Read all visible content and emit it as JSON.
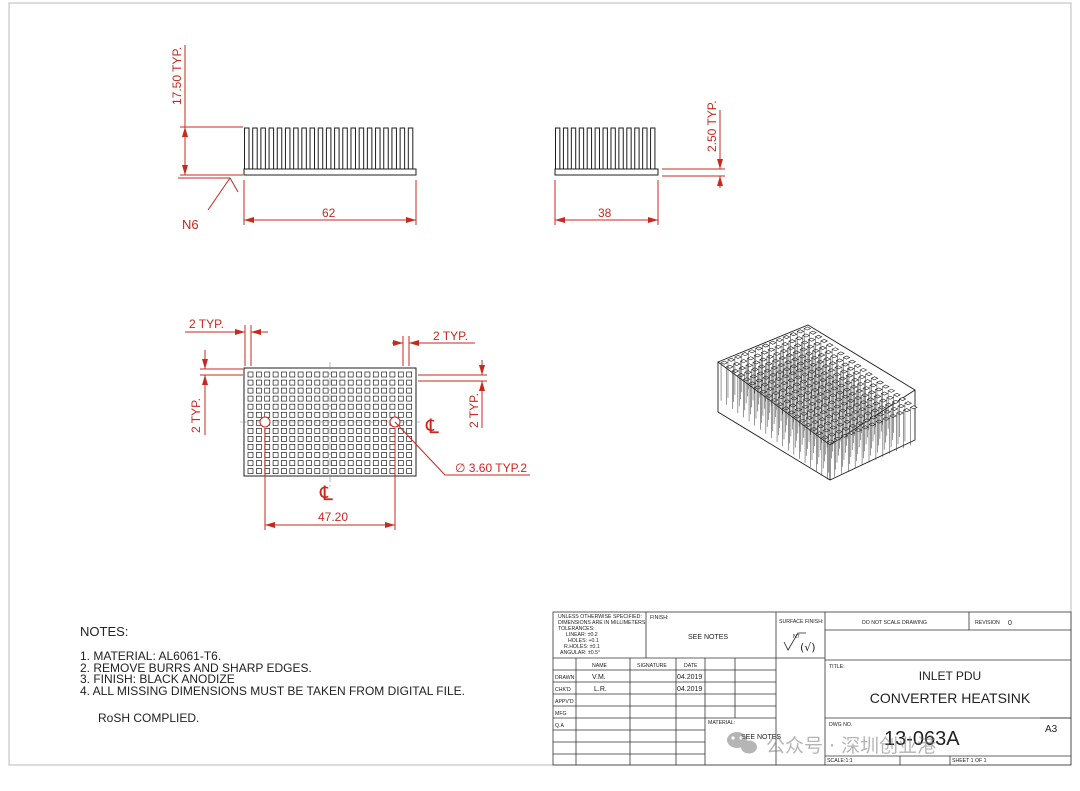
{
  "dims": {
    "height": "17.50 TYP.",
    "finish_sym": "N6",
    "length": "62",
    "width": "38",
    "fin_gap": "2.50 TYP.",
    "typ_left": "2 TYP.",
    "typ_right": "2 TYP.",
    "typ_left_v": "2 TYP.",
    "typ_right_v": "2 TYP.",
    "hole": "∅ 3.60 TYP.2",
    "hole_spacing": "47.20",
    "centerline": "℄"
  },
  "notes": {
    "title": "NOTES:",
    "items": [
      "1. MATERIAL:  AL6061-T6.",
      "2. REMOVE BURRS AND SHARP EDGES.",
      "3. FINISH: BLACK ANODIZE",
      "4. ALL MISSING DIMENSIONS MUST BE TAKEN FROM DIGITAL FILE."
    ],
    "rosh": "RoSH COMPLIED."
  },
  "title_block": {
    "tol_lines": [
      "UNLESS OTHERWISE SPECIFIED:",
      "DIMENSIONS ARE IN MILLIMETERS",
      "TOLERANCES:",
      "LINEAR: ±0.2",
      "HOLES: +0.1",
      "R.HOLES: ±0.1",
      "ANGULAR: ±0.5°"
    ],
    "finish_label": "FINISH:",
    "finish_value": "SEE NOTES",
    "surface_label": "SURFACE FINISH:",
    "surface_sym": "N7",
    "dont_scale": "DO NOT SCALE DRAWING",
    "revision_label": "REVISION",
    "revision_value": "0",
    "col_name": "NAME",
    "col_signature": "SIGNATURE",
    "col_date": "DATE",
    "row_drawn": "DRAWN",
    "row_chkd": "CHK'D",
    "row_appvd": "APPV'D",
    "row_mfg": "MFG",
    "row_qa": "Q.A",
    "drawn_name": "V.M.",
    "drawn_date": "04.2019",
    "chkd_name": "L.R.",
    "chkd_date": "04.2019",
    "title_label": "TITLE:",
    "title_line1": "INLET PDU",
    "title_line2": "CONVERTER HEATSINK",
    "material_label": "MATERIAL:",
    "material_value": "SEE NOTES",
    "dwg_label": "DWG NO.",
    "dwg_no": "13-063A",
    "size": "A3",
    "scale_label": "SCALE:1:1",
    "sheet_label": "SHEET 1 OF 1"
  },
  "watermark": "公众号 · 深圳创业港"
}
